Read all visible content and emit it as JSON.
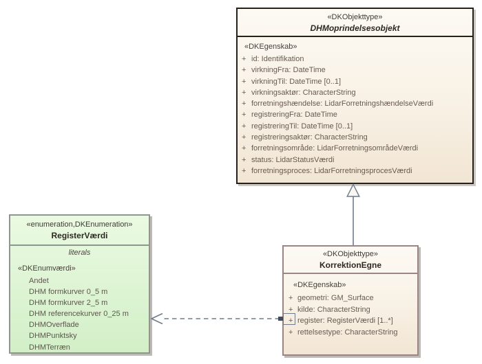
{
  "symbols": {
    "plus": "+"
  },
  "colors": {
    "class_fill_top": "#fdfaf4",
    "class_fill_bottom": "#f2e5d3",
    "class_border_dark": "#262019",
    "class_border_light": "#9b8484",
    "enum_fill_top": "#eafae2",
    "enum_fill_bottom": "#d2efc7",
    "enum_border": "#8f968b",
    "connector": "#6e7b8a",
    "attribute_text": "#675a4f",
    "name_text": "#2d2823"
  },
  "parent_class": {
    "stereotype": "«DKObjekttype»",
    "name": "DHMoprindelsesobjekt",
    "section_label": "«DKEgenskab»",
    "attributes": [
      "id: Identifikation",
      "virkningFra: DateTime",
      "virkningTil: DateTime [0..1]",
      "virkningsaktør: CharacterString",
      "forretningshændelse: LidarForretningshændelseVærdi",
      "registreringFra: DateTime",
      "registreringTil: DateTime [0..1]",
      "registreringsaktør: CharacterString",
      "forretningsområde: LidarForretningsområdeVærdi",
      "status: LidarStatusVærdi",
      "forretningsproces: LidarForretningsprocesVærdi"
    ]
  },
  "child_class": {
    "stereotype": "«DKObjekttype»",
    "name": "KorrektionEgne",
    "section_label": "«DKEgenskab»",
    "attributes": [
      "geometri: GM_Surface",
      "kilde: CharacterString",
      "register: RegisterVærdi [1..*]",
      "rettelsestype: CharacterString"
    ]
  },
  "enumeration": {
    "stereotype": "«enumeration,DKEnumeration»",
    "name": "RegisterVærdi",
    "compartment_label": "literals",
    "section_label": "«DKEnumværdi»",
    "literals": [
      "Andet",
      "DHM formkurver 0_5 m",
      "DHM formkurver 2_5 m",
      "DHM referencekurver 0_25 m",
      "DHMOverflade",
      "DHMPunktsky",
      "DHMTerræn"
    ]
  }
}
